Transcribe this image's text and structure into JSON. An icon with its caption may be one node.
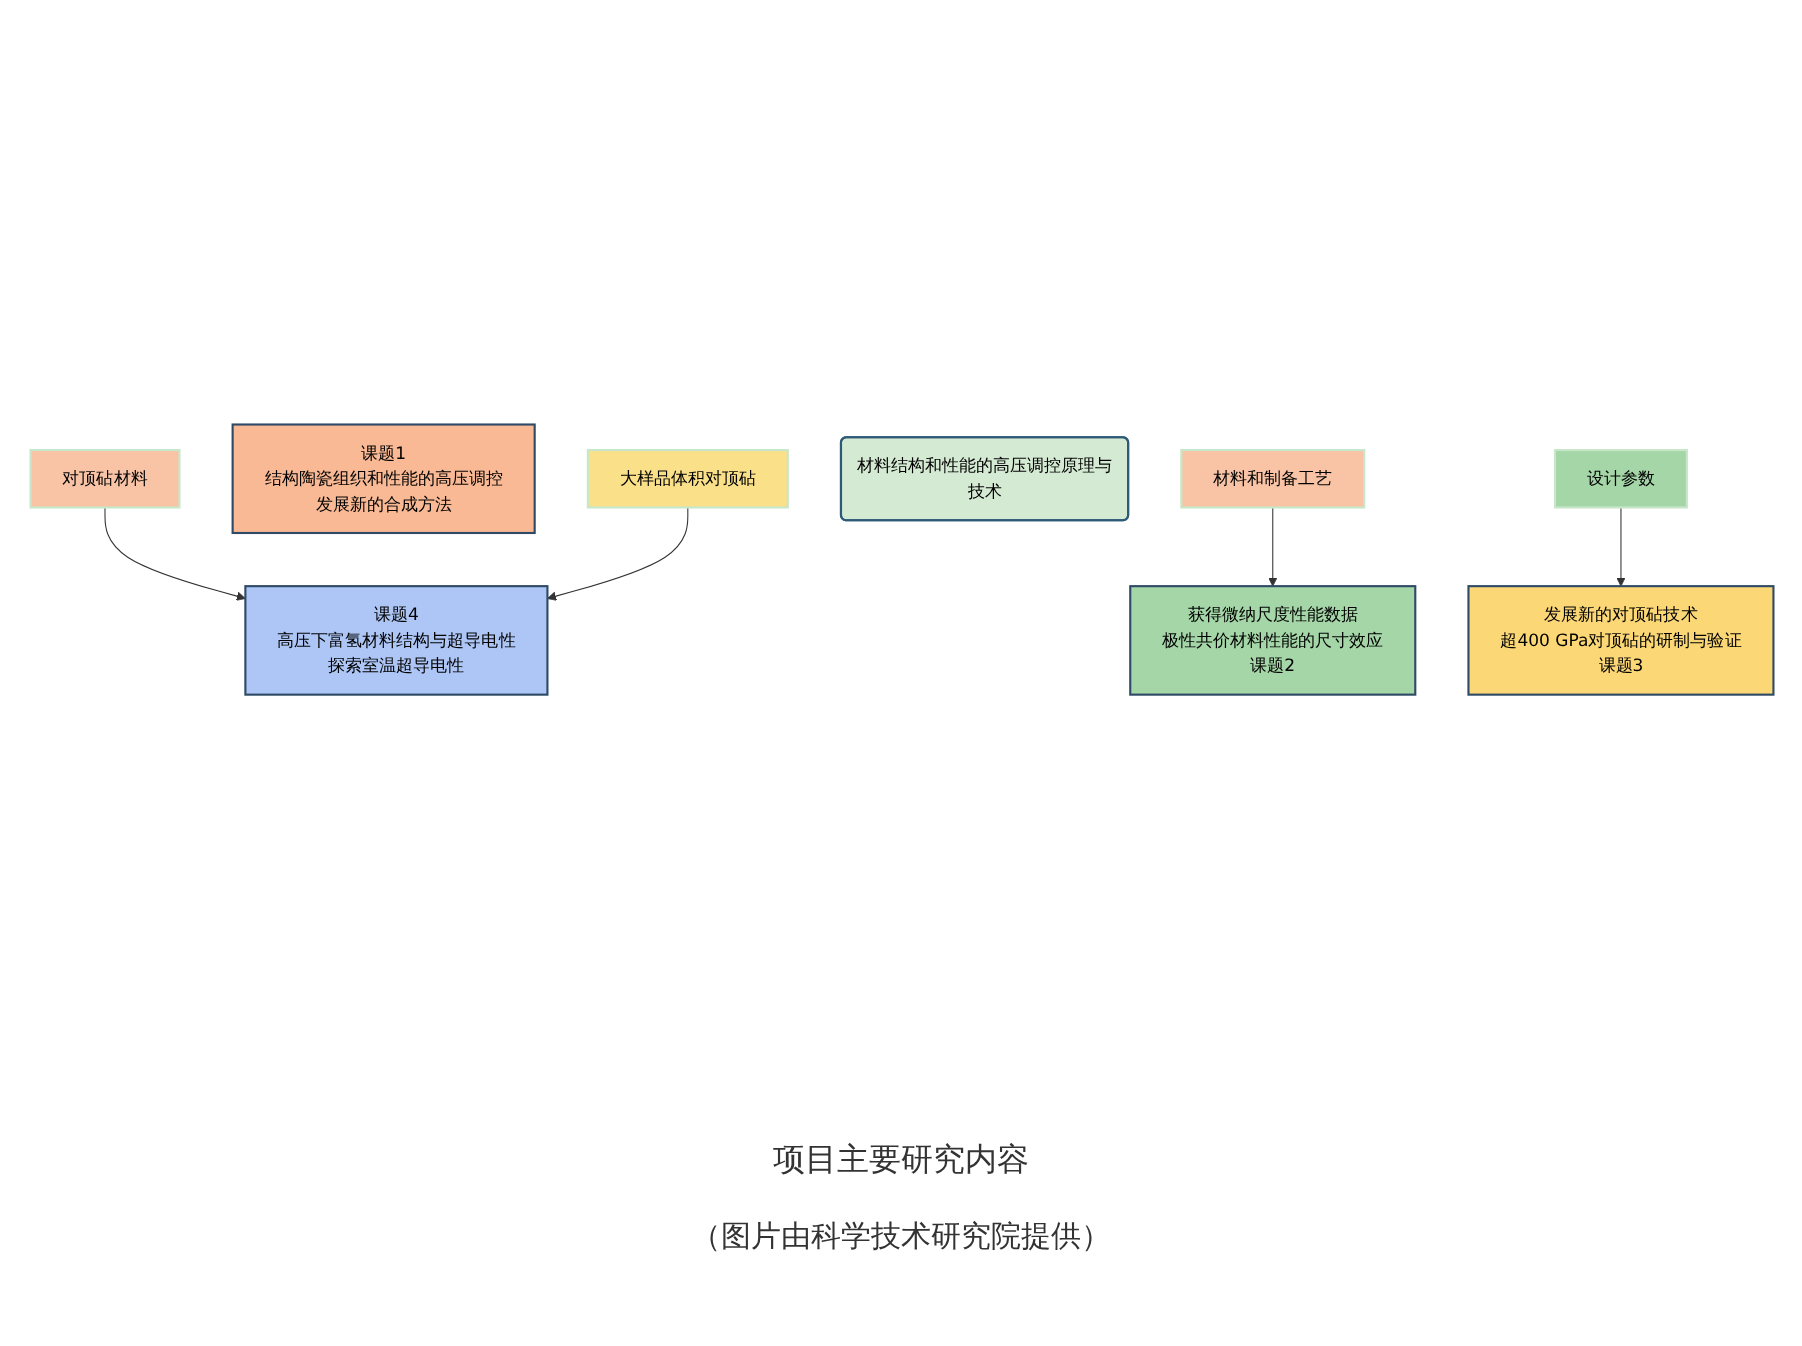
{
  "diagram": {
    "caption": "项目主要研究内容",
    "nodes": [
      {
        "text": [
          "课题4",
          "高压下富氢材料结构与超导电性",
          "探索室温超导电性"
        ]
      },
      {
        "text": [
          "对顶砧材料"
        ]
      },
      {
        "text": [
          "课题1",
          "结构陶瓷组织和性能的高压调控",
          "发展新的合成方法"
        ]
      },
      {
        "text": [
          "大样品体积对顶砧"
        ]
      },
      {
        "text": [
          "材料结构和性能的高压调控原理与技术"
        ]
      },
      {
        "text": [
          "材料和制备工艺"
        ]
      },
      {
        "text": [
          "发展新的对顶砧技术",
          "超400 GPa对顶砧的研制与验证",
          "课题3"
        ]
      },
      {
        "text": [
          "设计参数"
        ]
      },
      {
        "text": [
          "获得微纳尺度性能数据",
          "极性共价材料性能的尺寸效应",
          "课题2"
        ]
      }
    ],
    "edges": [
      {
        "from": 1,
        "to": 0,
        "arrow": "to"
      },
      {
        "from": 3,
        "to": 0,
        "arrow": "to"
      },
      {
        "from": 5,
        "to": 8,
        "arrow": "to"
      },
      {
        "from": 7,
        "to": 6,
        "arrow": "to"
      }
    ],
    "labels": [
      "（图片由科学技术研究院提供）"
    ]
  }
}
